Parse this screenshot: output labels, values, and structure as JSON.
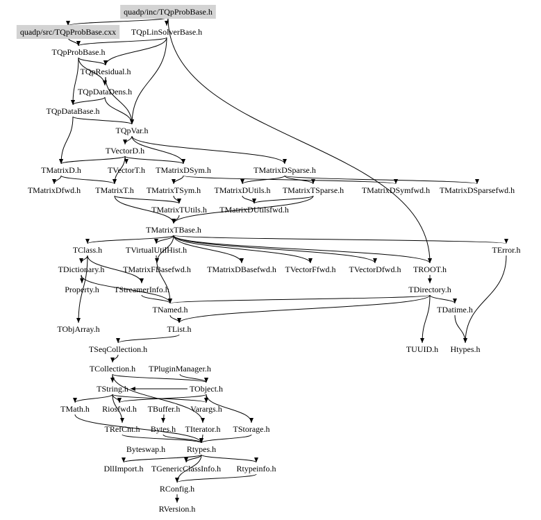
{
  "diagram": {
    "type": "include-dependency-graph",
    "highlight_color": "#d3d3d3",
    "line_color": "#000000",
    "background": "#ffffff",
    "nodes": [
      {
        "id": "probbase_inc",
        "label": "quadp/inc/TQpProbBase.h",
        "highlighted": true
      },
      {
        "id": "probbase_src",
        "label": "quadp/src/TQpProbBase.cxx",
        "highlighted": true
      },
      {
        "id": "linsolver",
        "label": "TQpLinSolverBase.h"
      },
      {
        "id": "probbase",
        "label": "TQpProbBase.h"
      },
      {
        "id": "residual",
        "label": "TQpResidual.h"
      },
      {
        "id": "datadens",
        "label": "TQpDataDens.h"
      },
      {
        "id": "database",
        "label": "TQpDataBase.h"
      },
      {
        "id": "qpvar",
        "label": "TQpVar.h"
      },
      {
        "id": "vectord",
        "label": "TVectorD.h"
      },
      {
        "id": "matrixd",
        "label": "TMatrixD.h"
      },
      {
        "id": "vectort",
        "label": "TVectorT.h"
      },
      {
        "id": "matrixdsym",
        "label": "TMatrixDSym.h"
      },
      {
        "id": "matrixdsparse",
        "label": "TMatrixDSparse.h"
      },
      {
        "id": "matrixdfwd",
        "label": "TMatrixDfwd.h"
      },
      {
        "id": "matrixt",
        "label": "TMatrixT.h"
      },
      {
        "id": "matrixtsym",
        "label": "TMatrixTSym.h"
      },
      {
        "id": "matrixdutils",
        "label": "TMatrixDUtils.h"
      },
      {
        "id": "matrixtsparse",
        "label": "TMatrixTSparse.h"
      },
      {
        "id": "matrixdsymfwd",
        "label": "TMatrixDSymfwd.h"
      },
      {
        "id": "matrixdsparsefwd",
        "label": "TMatrixDSparsefwd.h"
      },
      {
        "id": "matrixtutils",
        "label": "TMatrixTUtils.h"
      },
      {
        "id": "matrixdutilsfwd",
        "label": "TMatrixDUtilsfwd.h"
      },
      {
        "id": "matrixtbase",
        "label": "TMatrixTBase.h"
      },
      {
        "id": "tclass",
        "label": "TClass.h"
      },
      {
        "id": "virtualutilhist",
        "label": "TVirtualUtilHist.h"
      },
      {
        "id": "terror",
        "label": "TError.h"
      },
      {
        "id": "tdictionary",
        "label": "TDictionary.h"
      },
      {
        "id": "matrixfbasefwd",
        "label": "TMatrixFBasefwd.h"
      },
      {
        "id": "matrixdbasefwd",
        "label": "TMatrixDBasefwd.h"
      },
      {
        "id": "vectorffwd",
        "label": "TVectorFfwd.h"
      },
      {
        "id": "vectordfwd",
        "label": "TVectorDfwd.h"
      },
      {
        "id": "troot",
        "label": "TROOT.h"
      },
      {
        "id": "property",
        "label": "Property.h"
      },
      {
        "id": "streamerinfo",
        "label": "TStreamerInfo.h"
      },
      {
        "id": "tdirectory",
        "label": "TDirectory.h"
      },
      {
        "id": "tnamed",
        "label": "TNamed.h"
      },
      {
        "id": "tdatime",
        "label": "TDatime.h"
      },
      {
        "id": "tobjarray",
        "label": "TObjArray.h"
      },
      {
        "id": "tlist",
        "label": "TList.h"
      },
      {
        "id": "tseqcollection",
        "label": "TSeqCollection.h"
      },
      {
        "id": "tuuid",
        "label": "TUUID.h"
      },
      {
        "id": "htypes",
        "label": "Htypes.h"
      },
      {
        "id": "tcollection",
        "label": "TCollection.h"
      },
      {
        "id": "pluginmanager",
        "label": "TPluginManager.h"
      },
      {
        "id": "tstring",
        "label": "TString.h"
      },
      {
        "id": "tobject",
        "label": "TObject.h"
      },
      {
        "id": "tmath",
        "label": "TMath.h"
      },
      {
        "id": "riosfwd",
        "label": "Riosfwd.h"
      },
      {
        "id": "tbuffer",
        "label": "TBuffer.h"
      },
      {
        "id": "varargs",
        "label": "Varargs.h"
      },
      {
        "id": "trefcnt",
        "label": "TRefCnt.h"
      },
      {
        "id": "bytes",
        "label": "Bytes.h"
      },
      {
        "id": "titerator",
        "label": "TIterator.h"
      },
      {
        "id": "tstorage",
        "label": "TStorage.h"
      },
      {
        "id": "byteswap",
        "label": "Byteswap.h"
      },
      {
        "id": "rtypes",
        "label": "Rtypes.h"
      },
      {
        "id": "dllimport",
        "label": "DllImport.h"
      },
      {
        "id": "genericclassinfo",
        "label": "TGenericClassInfo.h"
      },
      {
        "id": "rtypeinfo",
        "label": "Rtypeinfo.h"
      },
      {
        "id": "rconfig",
        "label": "RConfig.h"
      },
      {
        "id": "rversion",
        "label": "RVersion.h"
      }
    ],
    "edges": [
      [
        "probbase_inc",
        "linsolver"
      ],
      [
        "probbase_inc",
        "probbase_src"
      ],
      [
        "probbase_inc",
        "troot"
      ],
      [
        "probbase_src",
        "probbase"
      ],
      [
        "linsolver",
        "probbase"
      ],
      [
        "linsolver",
        "residual"
      ],
      [
        "linsolver",
        "qpvar"
      ],
      [
        "probbase",
        "residual"
      ],
      [
        "probbase",
        "database"
      ],
      [
        "probbase",
        "datadens"
      ],
      [
        "residual",
        "datadens"
      ],
      [
        "residual",
        "qpvar"
      ],
      [
        "datadens",
        "database"
      ],
      [
        "datadens",
        "qpvar"
      ],
      [
        "database",
        "qpvar"
      ],
      [
        "database",
        "matrixd"
      ],
      [
        "qpvar",
        "vectord"
      ],
      [
        "qpvar",
        "matrixdsym"
      ],
      [
        "qpvar",
        "matrixdsparse"
      ],
      [
        "vectord",
        "matrixd"
      ],
      [
        "vectord",
        "vectort"
      ],
      [
        "vectord",
        "matrixt"
      ],
      [
        "vectord",
        "matrixdsym"
      ],
      [
        "matrixd",
        "matrixdfwd"
      ],
      [
        "matrixd",
        "matrixt"
      ],
      [
        "matrixdsym",
        "matrixtsym"
      ],
      [
        "matrixdsym",
        "matrixdsymfwd"
      ],
      [
        "matrixdsparse",
        "matrixtsparse"
      ],
      [
        "matrixdsparse",
        "matrixdsparsefwd"
      ],
      [
        "matrixdsparse",
        "matrixdutils"
      ],
      [
        "matrixt",
        "matrixtutils"
      ],
      [
        "matrixt",
        "matrixtbase"
      ],
      [
        "matrixtsym",
        "matrixtutils"
      ],
      [
        "matrixtsparse",
        "matrixdutilsfwd"
      ],
      [
        "matrixtsparse",
        "matrixtbase"
      ],
      [
        "matrixtutils",
        "matrixtbase"
      ],
      [
        "matrixdutils",
        "matrixdutilsfwd"
      ],
      [
        "matrixtbase",
        "virtualutilhist"
      ],
      [
        "matrixtbase",
        "tclass"
      ],
      [
        "matrixtbase",
        "terror"
      ],
      [
        "matrixtbase",
        "matrixfbasefwd"
      ],
      [
        "matrixtbase",
        "matrixdbasefwd"
      ],
      [
        "matrixtbase",
        "vectorffwd"
      ],
      [
        "matrixtbase",
        "vectordfwd"
      ],
      [
        "matrixtbase",
        "troot"
      ],
      [
        "tclass",
        "tdictionary"
      ],
      [
        "tclass",
        "streamerinfo"
      ],
      [
        "tclass",
        "tobjarray"
      ],
      [
        "tdictionary",
        "property"
      ],
      [
        "tdictionary",
        "tnamed"
      ],
      [
        "streamerinfo",
        "tnamed"
      ],
      [
        "virtualutilhist",
        "tnamed"
      ],
      [
        "troot",
        "tdirectory"
      ],
      [
        "tdirectory",
        "tdatime"
      ],
      [
        "tdirectory",
        "tuuid"
      ],
      [
        "tdirectory",
        "tnamed"
      ],
      [
        "tdirectory",
        "tlist"
      ],
      [
        "tdatime",
        "htypes"
      ],
      [
        "terror",
        "htypes"
      ],
      [
        "tnamed",
        "tlist"
      ],
      [
        "tlist",
        "tseqcollection"
      ],
      [
        "tseqcollection",
        "tcollection"
      ],
      [
        "tcollection",
        "tstring"
      ],
      [
        "tcollection",
        "tobject"
      ],
      [
        "tcollection",
        "titerator"
      ],
      [
        "pluginmanager",
        "tobject"
      ],
      [
        "tstring",
        "tmath"
      ],
      [
        "tstring",
        "riosfwd"
      ],
      [
        "tstring",
        "trefcnt"
      ],
      [
        "tstring",
        "varargs"
      ],
      [
        "tobject",
        "varargs"
      ],
      [
        "tobject",
        "riosfwd"
      ],
      [
        "tobject",
        "tstorage"
      ],
      [
        "tobject",
        "tstring"
      ],
      [
        "tbuffer",
        "bytes"
      ],
      [
        "tmath",
        "rtypes"
      ],
      [
        "trefcnt",
        "rtypes"
      ],
      [
        "bytes",
        "rtypes"
      ],
      [
        "titerator",
        "rtypes"
      ],
      [
        "tstorage",
        "rtypes"
      ],
      [
        "rtypes",
        "dllimport"
      ],
      [
        "rtypes",
        "genericclassinfo"
      ],
      [
        "rtypes",
        "rtypeinfo"
      ],
      [
        "rtypes",
        "rconfig"
      ],
      [
        "rtypeinfo",
        "rconfig"
      ],
      [
        "rconfig",
        "rversion"
      ]
    ]
  }
}
